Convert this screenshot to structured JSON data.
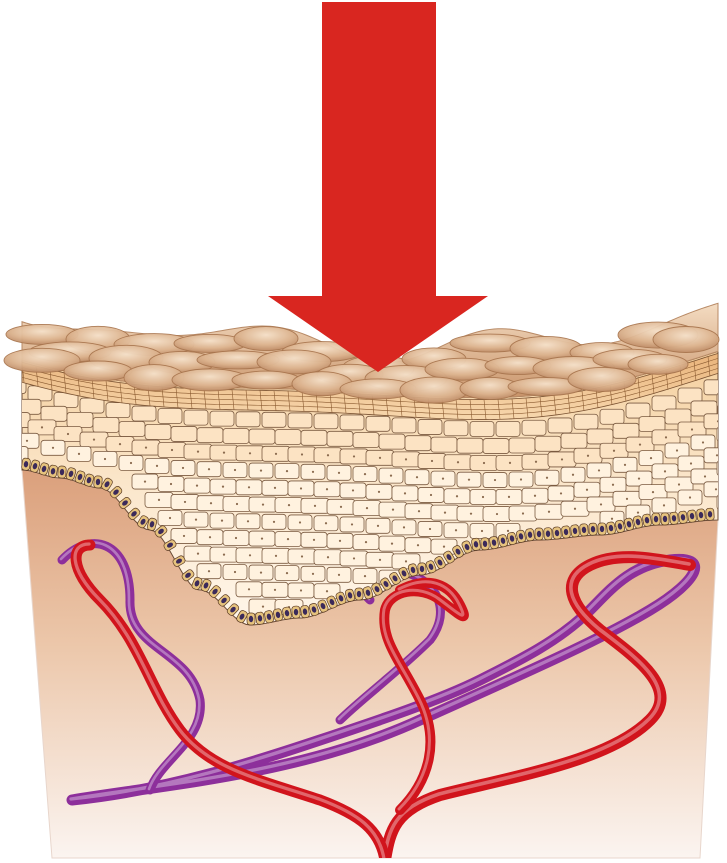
{
  "diagram": {
    "elements": [
      {
        "name": "pressure-arrow",
        "shape": "arrow-down",
        "color": "#d92620"
      },
      {
        "name": "stratum-corneum",
        "shape": "flattened-cells",
        "color": "#caa07c"
      },
      {
        "name": "epidermis",
        "shape": "cell-grid",
        "color": "#fbe7cd"
      },
      {
        "name": "basal-layer",
        "shape": "cell-row",
        "color": "#e6c37e"
      },
      {
        "name": "dermis",
        "shape": "gradient-block",
        "color": "#e7b592"
      },
      {
        "name": "artery",
        "shape": "vessel",
        "color": "#d1141c"
      },
      {
        "name": "vein",
        "shape": "vessel",
        "color": "#8d2f9b"
      }
    ]
  }
}
